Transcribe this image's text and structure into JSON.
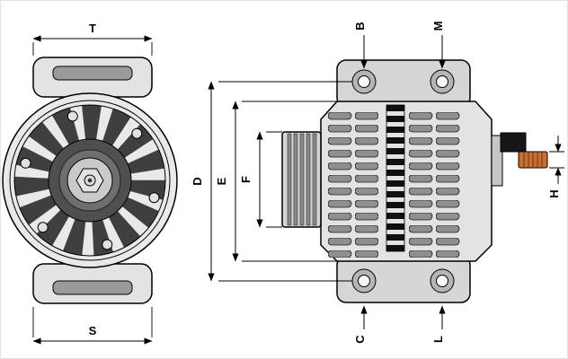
{
  "page": {
    "background": "#ffffff",
    "description": "Alternator dimensional line drawing: front view (left) and side view (right) with dimension callouts"
  },
  "labels": {
    "T": "T",
    "S": "S",
    "D": "D",
    "E": "E",
    "F": "F",
    "B": "B",
    "M": "M",
    "C": "C",
    "L": "L",
    "H": "H"
  },
  "colors": {
    "outline": "#000000",
    "body_light": "#e3e3e3",
    "body_mid": "#d6d6d6",
    "slot_gray": "#8f8f8f",
    "rotor_dark": "#4f4f4f",
    "black_part": "#161616",
    "terminal_copper": "#c9702f"
  }
}
